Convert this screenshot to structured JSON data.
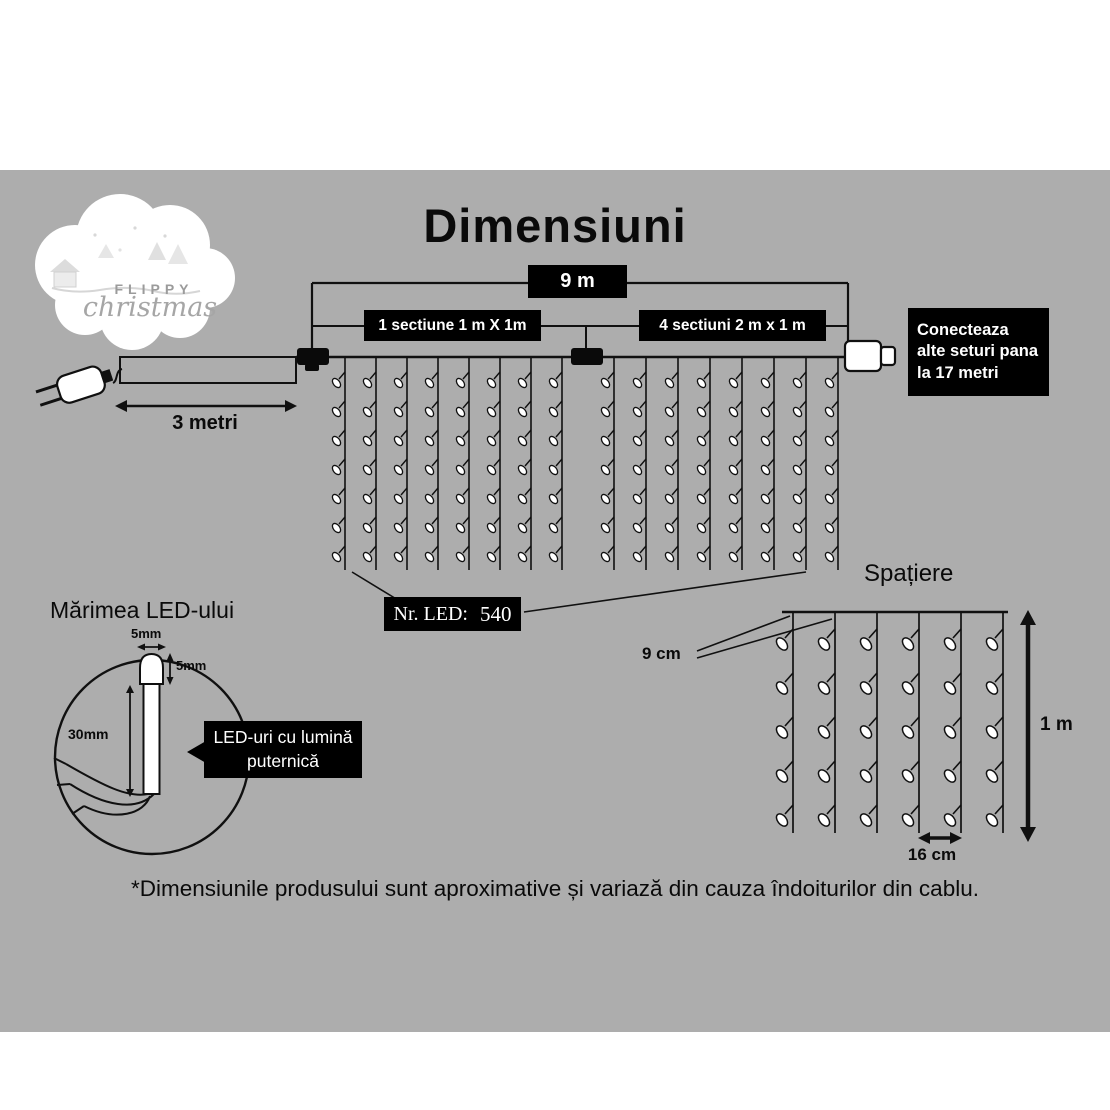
{
  "title": "Dimensiuni",
  "logo": {
    "line1": "FLIPPY",
    "line2": "christmas"
  },
  "colors": {
    "bg": "#adadad",
    "panel": "#000000",
    "panel_text": "#ffffff"
  },
  "dimensions": {
    "total": "9 m",
    "section_left": "1 sectiune 1 m X 1m",
    "section_right": "4 sectiuni 2 m x 1 m",
    "connect_note": "Conecteaza alte seturi pana la 17 metri",
    "lead": "3 metri",
    "led_count_label": "Nr. LED:",
    "led_count": "540"
  },
  "led_size": {
    "heading": "Mărimea LED-ului",
    "bulb_width": "5mm",
    "bulb_height": "5mm",
    "body_length": "30mm",
    "callout": "LED-uri cu lumină puternică"
  },
  "spacing": {
    "heading": "Spațiere",
    "top_gap": "9 cm",
    "height": "1 m",
    "bottom_gap": "16 cm"
  },
  "footnote": "*Dimensiunile produsului sunt aproximative și variază din cauza îndoiturilor din cablu."
}
